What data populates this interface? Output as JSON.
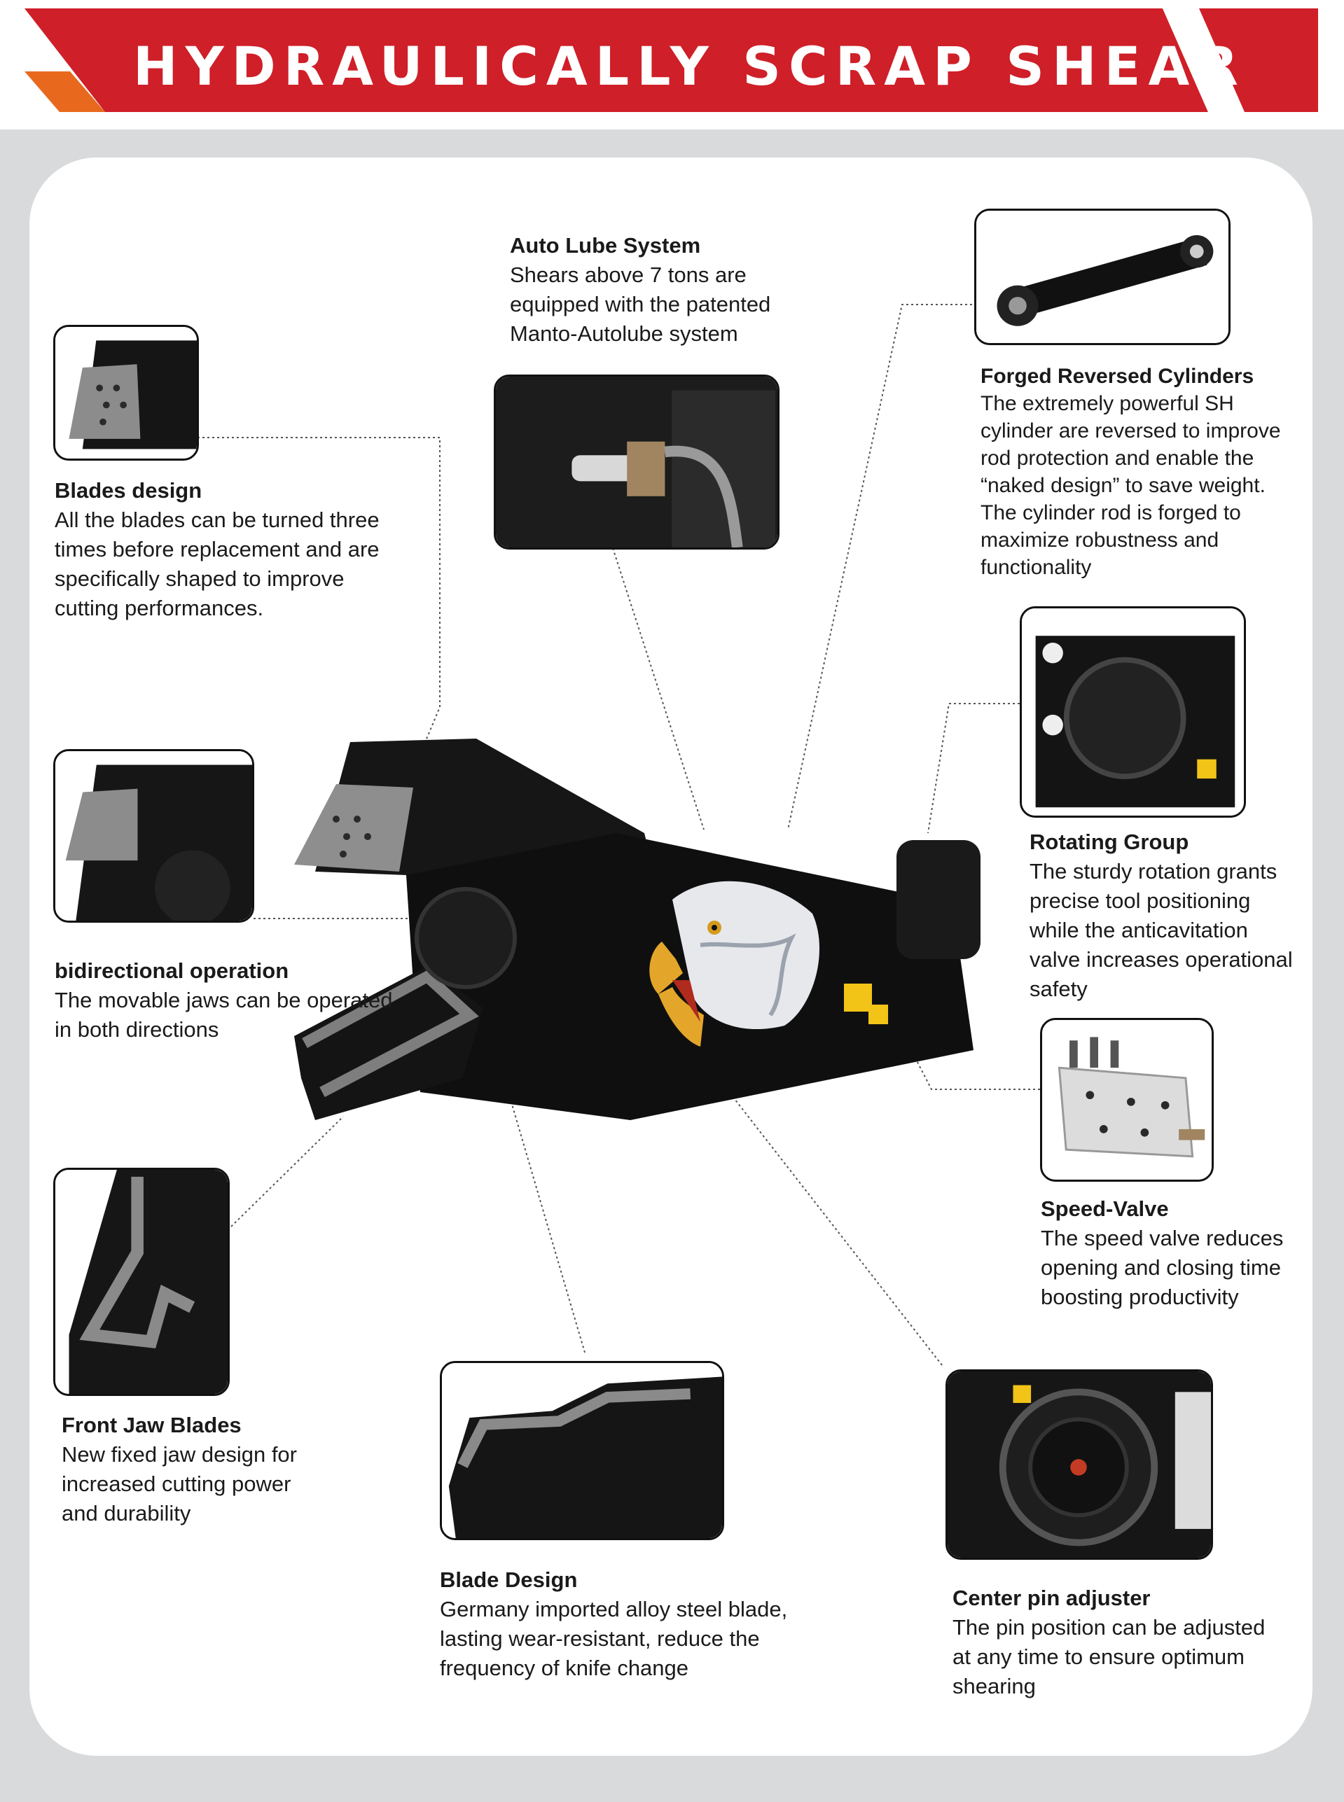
{
  "banner": {
    "title": "HYDRAULICALLY SCRAP SHEAR",
    "colors": {
      "red": "#cf1f28",
      "orange": "#e8691e",
      "gray": "#6e6f71"
    }
  },
  "features": [
    {
      "id": "auto-lube",
      "icon": "lube-fitting-photo",
      "title": "Auto Lube System",
      "description": "Shears above 7 tons are\nequipped with the patented\nManto-Autolube system"
    },
    {
      "id": "forged-cylinders",
      "icon": "hydraulic-cylinder-photo",
      "title": "Forged Reversed Cylinders",
      "description": "The extremely powerful SH\ncylinder are reversed to improve\nrod protection and enable the\n“naked design” to save weight.\nThe cylinder rod is forged to\nmaximize robustness and\nfunctionality"
    },
    {
      "id": "blades-design",
      "icon": "blade-insert-photo",
      "title": "Blades design",
      "description": "All the blades can be turned three\ntimes before replacement and are\nspecifically shaped to improve\ncutting performances."
    },
    {
      "id": "bidirectional",
      "icon": "jaw-photo",
      "title": "bidirectional operation",
      "description": "The movable jaws can be operated\nin both directions"
    },
    {
      "id": "rotating-group",
      "icon": "rotator-photo",
      "title": "Rotating Group",
      "description": "The sturdy rotation grants\nprecise tool positioning\nwhile the anticavitation\nvalve increases operational\nsafety"
    },
    {
      "id": "speed-valve",
      "icon": "valve-block-photo",
      "title": "Speed-Valve",
      "description": "The speed valve reduces\nopening and closing time\nboosting productivity"
    },
    {
      "id": "front-jaw",
      "icon": "front-jaw-photo",
      "title": "Front Jaw Blades",
      "description": "New fixed jaw design for\nincreased cutting power\nand durability"
    },
    {
      "id": "blade-design",
      "icon": "lower-jaw-photo",
      "title": "Blade Design",
      "description": "Germany imported alloy steel blade,\nlasting wear-resistant, reduce the\nfrequency of knife change"
    },
    {
      "id": "center-pin",
      "icon": "center-pin-photo",
      "title": "Center pin adjuster",
      "description": "The pin position can be adjusted\nat any time to ensure optimum\nshearing"
    }
  ]
}
